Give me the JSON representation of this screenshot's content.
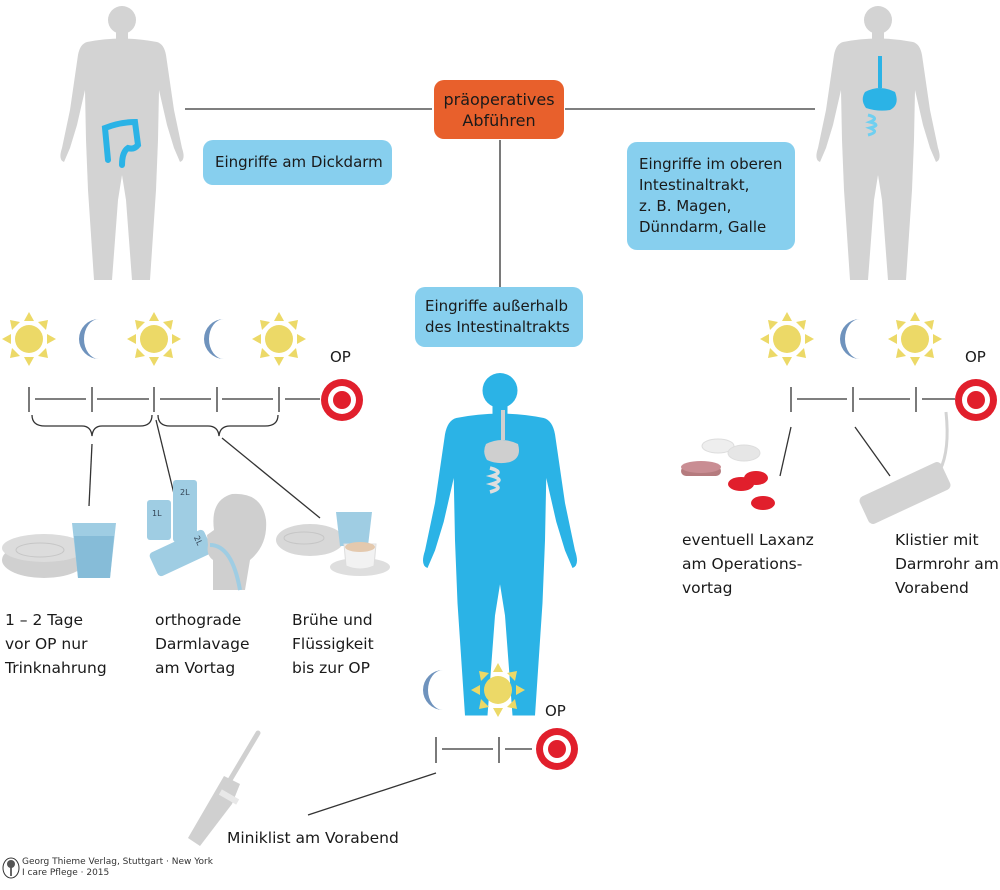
{
  "title_box": {
    "text": "präoperatives\nAbführen"
  },
  "categories": {
    "left": {
      "label": "Eingriffe am Dickdarm"
    },
    "center": {
      "label": "Eingriffe außerhalb\ndes Intestinaltrakts"
    },
    "right": {
      "label": "Eingriffe im oberen\nIntestinaltrakt,\nz. B. Magen,\nDünndarm, Galle"
    }
  },
  "timelines": {
    "left": {
      "icons": [
        "sun-icon",
        "moon-icon",
        "sun-icon",
        "moon-icon",
        "sun-icon"
      ],
      "op_label": "OP"
    },
    "center": {
      "icons": [
        "moon-icon",
        "sun-icon"
      ],
      "op_label": "OP"
    },
    "right": {
      "icons": [
        "sun-icon",
        "moon-icon",
        "sun-icon"
      ],
      "op_label": "OP"
    }
  },
  "measures": {
    "left": [
      {
        "icon": "bowl-and-glass-icon",
        "caption": "1 – 2 Tage\nvor OP nur\nTrinknahrung"
      },
      {
        "icon": "lavage-cups-and-head-icon",
        "caption": "orthograde\nDarmlavage\nam Vortag",
        "cup_labels": [
          "1L",
          "2L",
          "2L"
        ]
      },
      {
        "icon": "bowl-glass-cup-icon",
        "caption": "Brühe und\nFlüssigkeit\nbis zur OP"
      }
    ],
    "center": [
      {
        "icon": "miniklist-icon",
        "caption": "Miniklist am Vorabend"
      }
    ],
    "right": [
      {
        "icon": "pills-icon",
        "caption": "eventuell Laxanz\nam Operations-\nvortag"
      },
      {
        "icon": "enema-tube-icon",
        "caption": "Klistier mit\nDarmrohr am\nVorabend"
      }
    ]
  },
  "colors": {
    "orange": "#e8602c",
    "box_blue": "#87cfee",
    "organ_blue": "#2bb3e6",
    "body_gray": "#d3d3d3",
    "sun": "#ecd967",
    "moon": "#6f93bd",
    "target_red": "#e11f2c"
  },
  "footer": {
    "text": "Georg Thieme Verlag, Stuttgart · New York\nI care Pflege · 2015"
  }
}
